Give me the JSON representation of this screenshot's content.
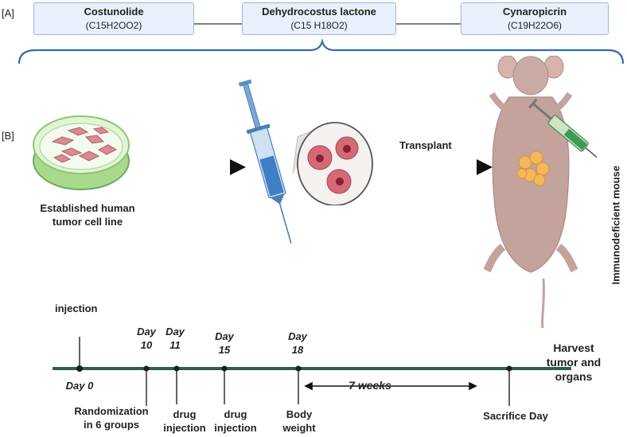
{
  "panelA": {
    "label": "[A]",
    "compounds": [
      {
        "name": "Costunolide",
        "formula": "(C15H2OO2)"
      },
      {
        "name": "Dehydrocostus lactone",
        "formula": "(C15 H18O2)"
      },
      {
        "name": "Cynaropicrin",
        "formula": "(C19H22O6)"
      }
    ]
  },
  "panelB": {
    "label": "[B]",
    "cell_line_label": "Established human tumor cell line",
    "transplant_label": "Transplant",
    "mouse_label": "Immunodeficient mouse"
  },
  "timeline": {
    "above": [
      {
        "text": "injection"
      },
      {
        "day": "Day",
        "num": "10"
      },
      {
        "day": "Day",
        "num": "11"
      },
      {
        "day": "Day",
        "num": "15"
      },
      {
        "day": "Day",
        "num": "18"
      }
    ],
    "day0": "Day 0",
    "below": [
      "Randomization in 6 groups",
      "drug injection",
      "drug injection",
      "Body weight",
      "Sacrifice Day"
    ],
    "interval": "7 weeks",
    "harvest": "Harvest tumor and organs"
  },
  "colors": {
    "timeline": "#2f5d4e",
    "box_fill": "#e8f1fb",
    "box_border": "#9bb6d6",
    "bracket": "#2f6cae",
    "mouse": "#c4a39c",
    "tumor": "#f2b95b",
    "cell": "#c9606d"
  }
}
